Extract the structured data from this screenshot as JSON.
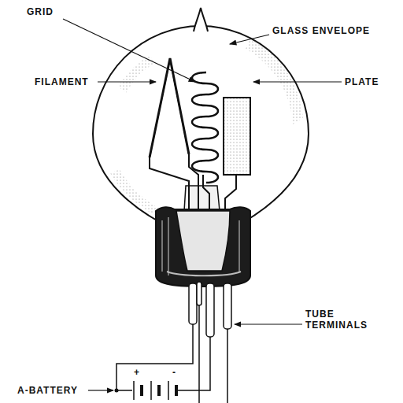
{
  "diagram": {
    "labels": [
      "GRID",
      "GLASS ENVELOPE",
      "FILAMENT",
      "PLATE",
      "TUBE TERMINALS",
      "A-BATTERY",
      "+",
      "-"
    ]
  }
}
